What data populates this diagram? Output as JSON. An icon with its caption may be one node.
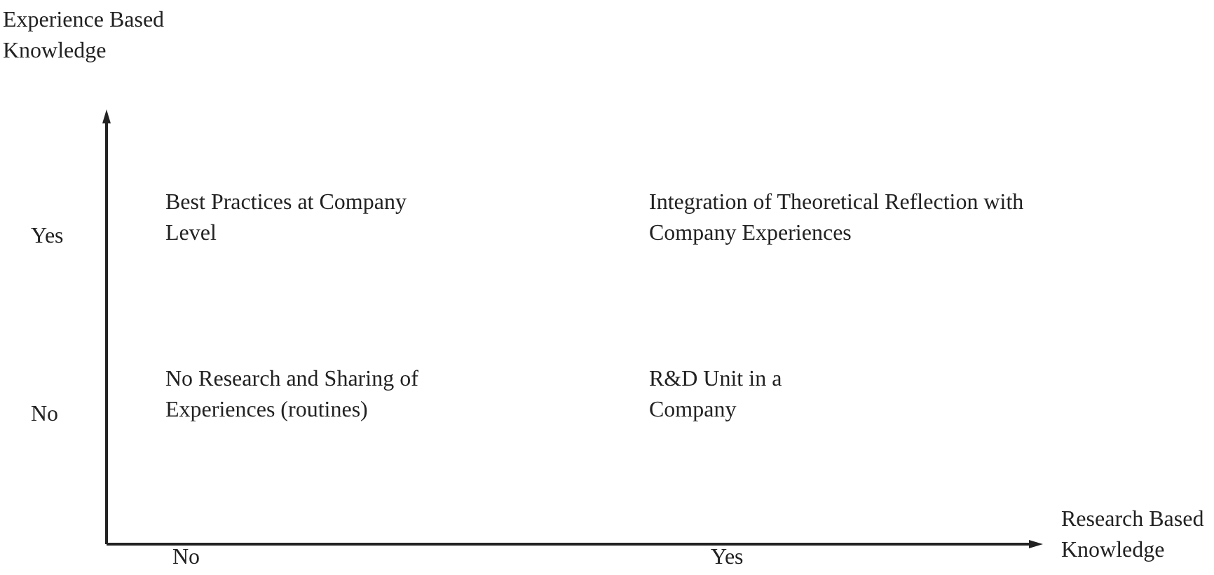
{
  "diagram": {
    "labels": [
      "Experience Based Knowledge",
      "Yes",
      "Best Practices at Company Level",
      "Integration of Theoretical Reflection with Company Experiences",
      "No",
      "No Research and Sharing of Experiences (routines)",
      "R&D Unit in a Company",
      "Research Based Knowledge",
      "No",
      "Yes"
    ]
  }
}
